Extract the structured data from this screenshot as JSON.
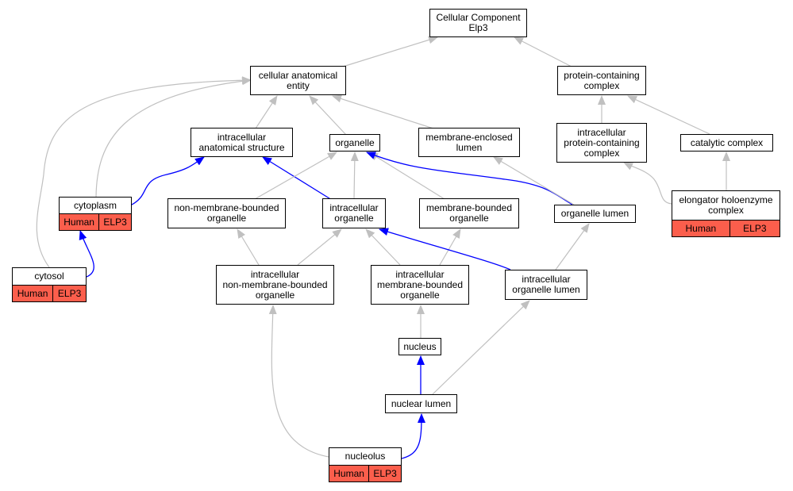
{
  "colors": {
    "edge_gray": "#c0c0c0",
    "edge_blue": "#0000ff",
    "annotation_fill": "#fb5e4c",
    "node_border": "#000000",
    "node_fill": "#ffffff"
  },
  "nodes": {
    "cellular_component": {
      "label": "Cellular Component\nElp3"
    },
    "cellular_anatomical_entity": {
      "label": "cellular anatomical\nentity"
    },
    "protein_containing_complex": {
      "label": "protein-containing\ncomplex"
    },
    "intracellular_anatomical_structure": {
      "label": "intracellular\nanatomical structure"
    },
    "organelle": {
      "label": "organelle"
    },
    "membrane_enclosed_lumen": {
      "label": "membrane-enclosed\nlumen"
    },
    "intracellular_protein_containing_complex": {
      "label": "intracellular\nprotein-containing\ncomplex"
    },
    "catalytic_complex": {
      "label": "catalytic complex"
    },
    "cytoplasm": {
      "label": "cytoplasm",
      "badges": [
        "Human",
        "ELP3"
      ]
    },
    "non_membrane_bounded_organelle": {
      "label": "non-membrane-bounded\norganelle"
    },
    "intracellular_organelle": {
      "label": "intracellular\norganelle"
    },
    "membrane_bounded_organelle": {
      "label": "membrane-bounded\norganelle"
    },
    "organelle_lumen": {
      "label": "organelle lumen"
    },
    "elongator_holoenzyme_complex": {
      "label": "elongator holoenzyme\ncomplex",
      "badges": [
        "Human",
        "ELP3"
      ]
    },
    "cytosol": {
      "label": "cytosol",
      "badges": [
        "Human",
        "ELP3"
      ]
    },
    "intracellular_non_membrane_bounded_organelle": {
      "label": "intracellular\nnon-membrane-bounded\norganelle"
    },
    "intracellular_membrane_bounded_organelle": {
      "label": "intracellular\nmembrane-bounded\norganelle"
    },
    "intracellular_organelle_lumen": {
      "label": "intracellular\norganelle lumen"
    },
    "nucleus": {
      "label": "nucleus"
    },
    "nuclear_lumen": {
      "label": "nuclear lumen"
    },
    "nucleolus": {
      "label": "nucleolus",
      "badges": [
        "Human",
        "ELP3"
      ]
    }
  },
  "edges": [
    {
      "from": "cellular_anatomical_entity",
      "to": "cellular_component",
      "relation": "is_a"
    },
    {
      "from": "protein_containing_complex",
      "to": "cellular_component",
      "relation": "is_a"
    },
    {
      "from": "intracellular_anatomical_structure",
      "to": "cellular_anatomical_entity",
      "relation": "is_a"
    },
    {
      "from": "organelle",
      "to": "cellular_anatomical_entity",
      "relation": "is_a"
    },
    {
      "from": "membrane_enclosed_lumen",
      "to": "cellular_anatomical_entity",
      "relation": "is_a"
    },
    {
      "from": "cytoplasm",
      "to": "cellular_anatomical_entity",
      "relation": "is_a"
    },
    {
      "from": "cytosol",
      "to": "cellular_anatomical_entity",
      "relation": "is_a"
    },
    {
      "from": "intracellular_protein_containing_complex",
      "to": "protein_containing_complex",
      "relation": "is_a"
    },
    {
      "from": "catalytic_complex",
      "to": "protein_containing_complex",
      "relation": "is_a"
    },
    {
      "from": "elongator_holoenzyme_complex",
      "to": "intracellular_protein_containing_complex",
      "relation": "is_a"
    },
    {
      "from": "elongator_holoenzyme_complex",
      "to": "catalytic_complex",
      "relation": "is_a"
    },
    {
      "from": "cytoplasm",
      "to": "intracellular_anatomical_structure",
      "relation": "part_of"
    },
    {
      "from": "cytosol",
      "to": "cytoplasm",
      "relation": "part_of"
    },
    {
      "from": "intracellular_organelle",
      "to": "intracellular_anatomical_structure",
      "relation": "part_of"
    },
    {
      "from": "non_membrane_bounded_organelle",
      "to": "organelle",
      "relation": "is_a"
    },
    {
      "from": "intracellular_organelle",
      "to": "organelle",
      "relation": "is_a"
    },
    {
      "from": "membrane_bounded_organelle",
      "to": "organelle",
      "relation": "is_a"
    },
    {
      "from": "organelle_lumen",
      "to": "organelle",
      "relation": "part_of"
    },
    {
      "from": "organelle_lumen",
      "to": "membrane_enclosed_lumen",
      "relation": "is_a"
    },
    {
      "from": "intracellular_non_membrane_bounded_organelle",
      "to": "non_membrane_bounded_organelle",
      "relation": "is_a"
    },
    {
      "from": "intracellular_non_membrane_bounded_organelle",
      "to": "intracellular_organelle",
      "relation": "is_a"
    },
    {
      "from": "intracellular_membrane_bounded_organelle",
      "to": "intracellular_organelle",
      "relation": "is_a"
    },
    {
      "from": "intracellular_membrane_bounded_organelle",
      "to": "membrane_bounded_organelle",
      "relation": "is_a"
    },
    {
      "from": "intracellular_organelle_lumen",
      "to": "intracellular_organelle",
      "relation": "part_of"
    },
    {
      "from": "intracellular_organelle_lumen",
      "to": "organelle_lumen",
      "relation": "is_a"
    },
    {
      "from": "nucleus",
      "to": "intracellular_membrane_bounded_organelle",
      "relation": "is_a"
    },
    {
      "from": "nuclear_lumen",
      "to": "nucleus",
      "relation": "part_of"
    },
    {
      "from": "nuclear_lumen",
      "to": "intracellular_organelle_lumen",
      "relation": "is_a"
    },
    {
      "from": "nucleolus",
      "to": "nuclear_lumen",
      "relation": "part_of"
    },
    {
      "from": "nucleolus",
      "to": "intracellular_non_membrane_bounded_organelle",
      "relation": "is_a"
    }
  ]
}
